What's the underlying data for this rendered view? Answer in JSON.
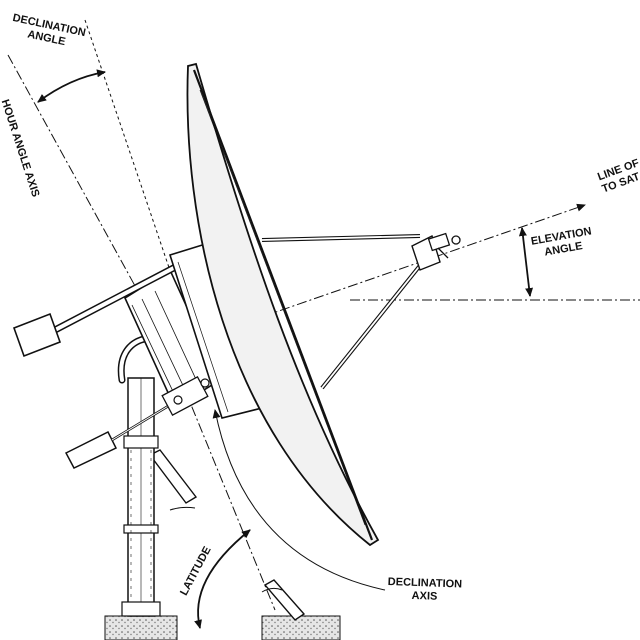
{
  "labels": {
    "declination_angle_line1": "DECLINATION",
    "declination_angle_line2": "ANGLE",
    "hour_angle_axis": "HOUR ANGLE AXIS",
    "line_of_sight_line1": "LINE OF",
    "line_of_sight_line2": "TO SAT",
    "elevation_angle_line1": "ELEVATION",
    "elevation_angle_line2": "ANGLE",
    "latitude": "LATITUDE",
    "declination_axis_line1": "DECLINATION",
    "declination_axis_line2": "AXIS"
  },
  "colors": {
    "ink": "#111111",
    "background": "#ffffff",
    "dish_fill": "#f2f2f2",
    "ground_fill": "#e6e6e6"
  }
}
